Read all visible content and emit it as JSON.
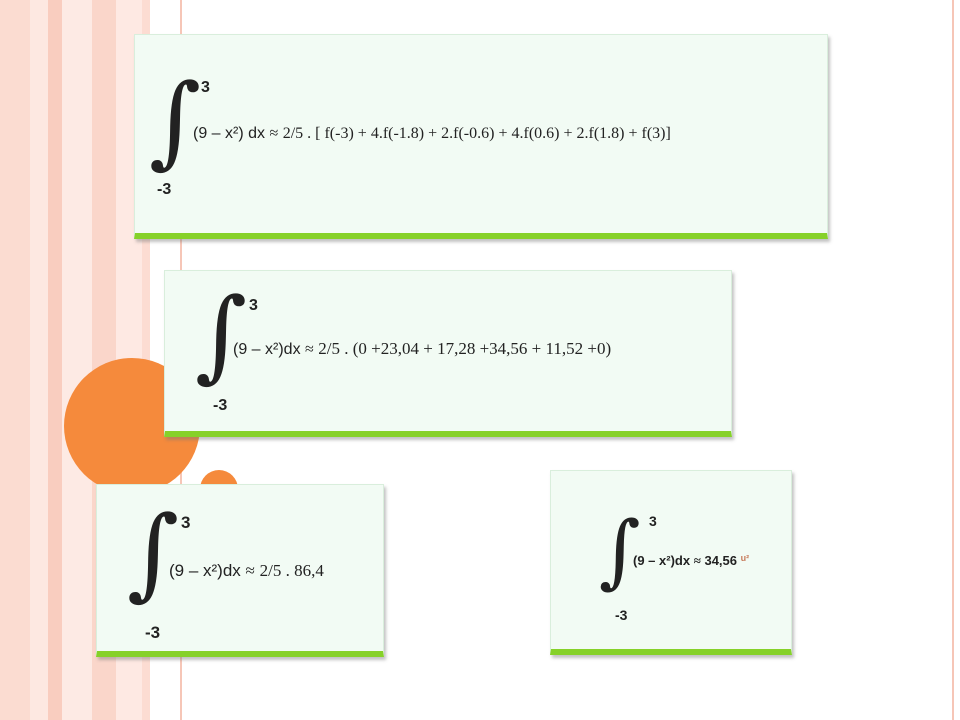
{
  "slide": {
    "panel1": {
      "upper": "3",
      "lower": "-3",
      "integrand": "(9 – x²) dx",
      "approx": "≈",
      "rhs": "2/5 . [ f(-3) + 4.f(-1.8) + 2.f(-0.6) + 4.f(0.6) + 2.f(1.8) + f(3)]"
    },
    "panel2": {
      "upper": "3",
      "lower": "-3",
      "integrand": "(9 – x²)dx",
      "approx": "≈",
      "rhs": "2/5 . (0 +23,04 + 17,28 +34,56 + 11,52 +0)"
    },
    "panel3": {
      "upper": "3",
      "lower": "-3",
      "integrand": "(9 – x²)dx",
      "approx": "≈",
      "rhs": "2/5 . 86,4"
    },
    "panel4": {
      "upper": "3",
      "lower": "-3",
      "integrand": "(9 – x²)dx",
      "approx": "≈",
      "rhs": "34,56",
      "unit": "u²"
    }
  },
  "colors": {
    "accent_orange": "#f58a3c",
    "panel_border_green": "#86d129",
    "stripe_pink": "#fbdcd1"
  }
}
